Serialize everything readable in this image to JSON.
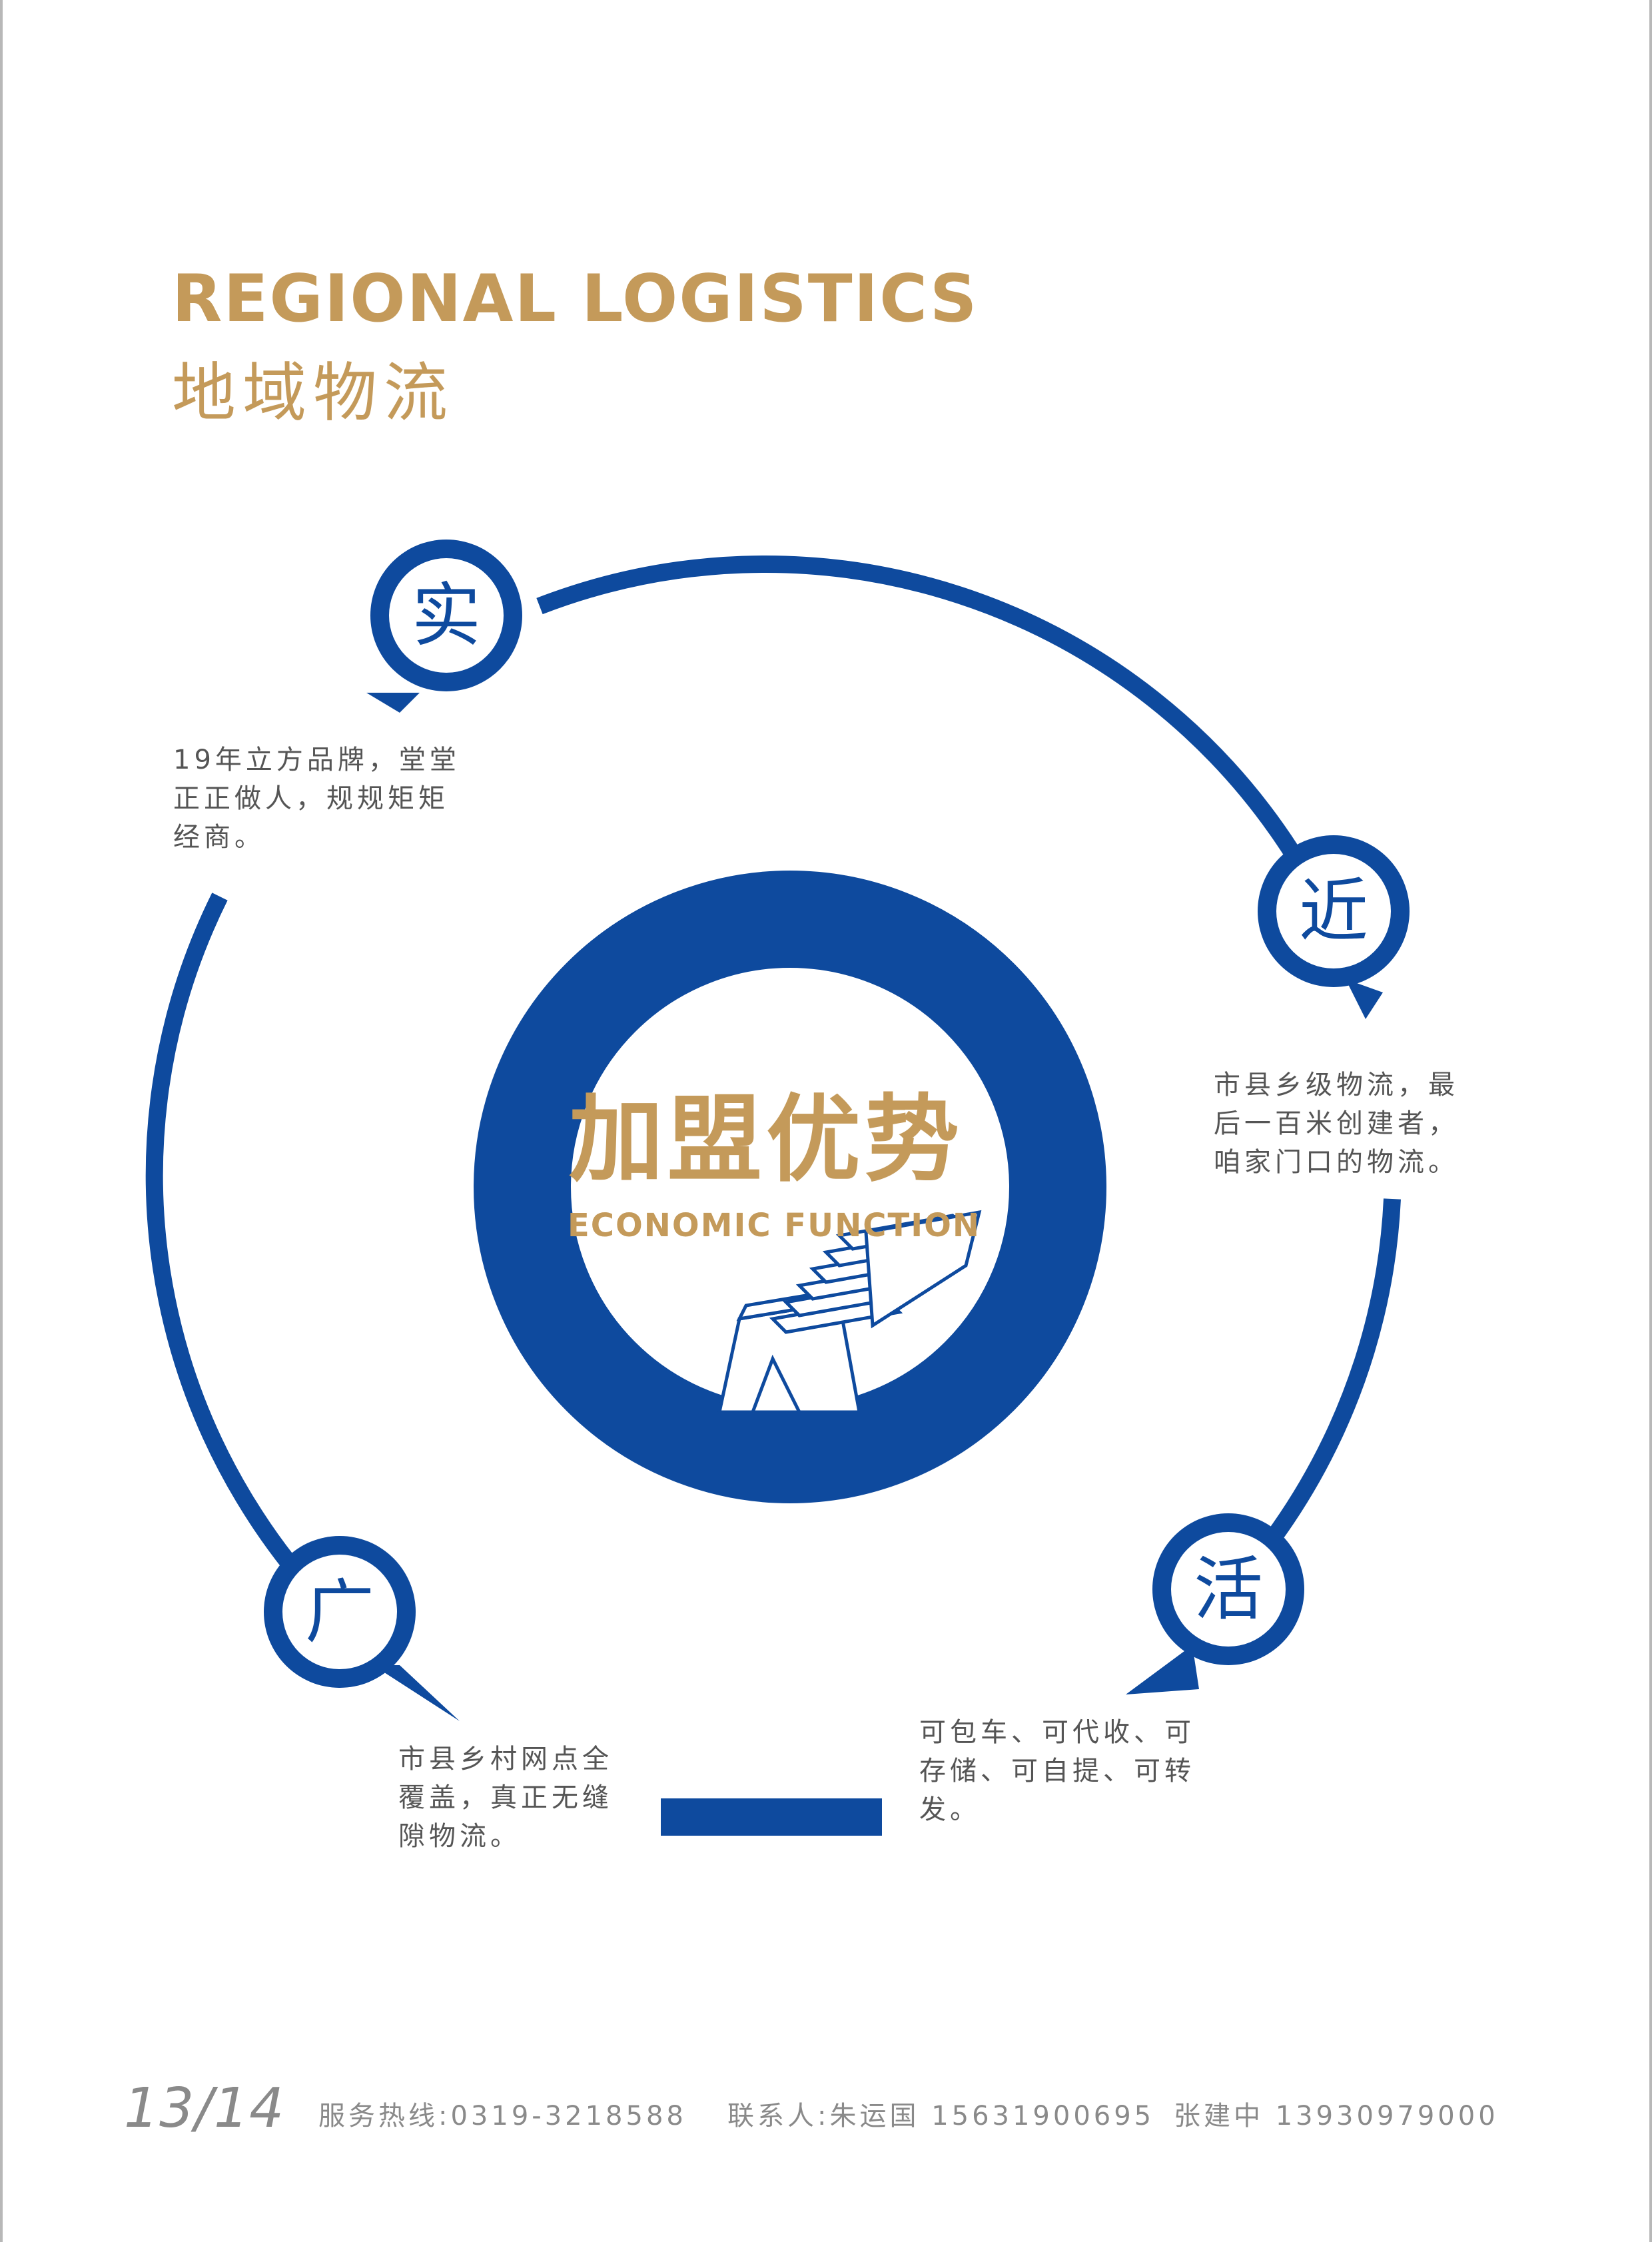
{
  "header": {
    "title_en": "REGIONAL LOGISTICS",
    "title_cn": "地域物流"
  },
  "center": {
    "title_cn": "加盟优势",
    "title_en": "ECONOMIC FUNCTION"
  },
  "features": [
    {
      "char": "实",
      "desc": "19年立方品牌，堂堂\n正正做人，规规矩矩\n经商。"
    },
    {
      "char": "近",
      "desc": "市县乡级物流，最\n后一百米创建者，\n咱家门口的物流。"
    },
    {
      "char": "活",
      "desc": "可包车、可代收、可\n存储、可自提、可转\n发。"
    },
    {
      "char": "广",
      "desc": "市县乡村网点全\n覆盖，真正无缝\n隙物流。"
    }
  ],
  "footer": {
    "page": "13/14",
    "hotline": "服务热线:0319-3218588",
    "contact1": "联系人:朱运国 15631900695",
    "contact2": "张建中 13930979000"
  },
  "colors": {
    "blue": "#0e4a9e",
    "gold": "#c49a5a",
    "gray_text": "#555555",
    "footer_gray": "#8a8a8a"
  }
}
